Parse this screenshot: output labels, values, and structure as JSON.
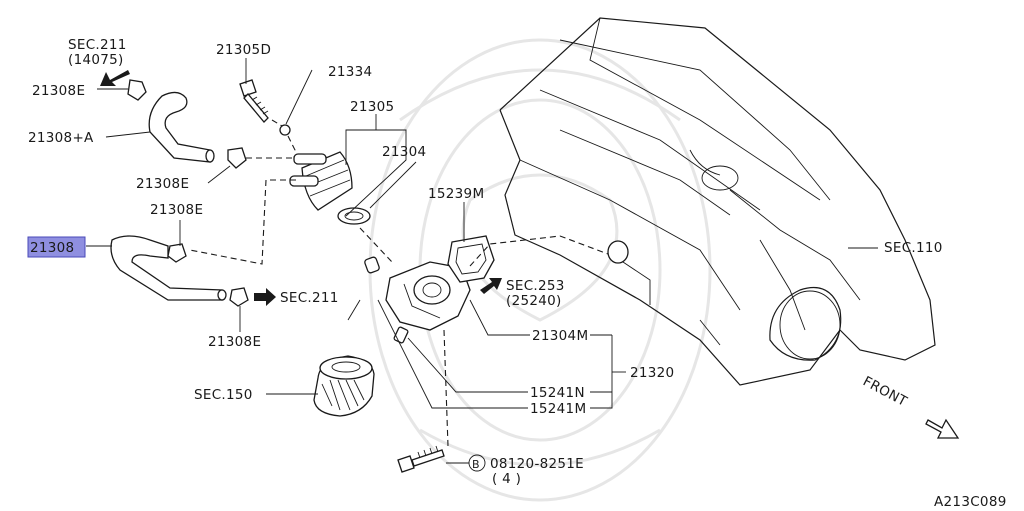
{
  "diagram_id": "A213C089",
  "labels": {
    "sec211_top": "SEC.211",
    "sec211_top_sub": "(14075)",
    "p21308e_1": "21308E",
    "p21308a": "21308+A",
    "p21308e_2": "21308E",
    "p21308e_3": "21308E",
    "p21308_highlight": "21308",
    "p21308e_4": "21308E",
    "sec211_right": "SEC.211",
    "p21305d": "21305D",
    "p21334": "21334",
    "p21305": "21305",
    "p21304": "21304",
    "p15239m": "15239M",
    "sec253": "SEC.253",
    "sec253_sub": "(25240)",
    "sec110": "SEC.110",
    "p21304m": "21304M",
    "p21320": "21320",
    "p15241n": "15241N",
    "p15241m": "15241M",
    "sec150": "SEC.150",
    "bolt_symbol": "B",
    "bolt_part": "08120-8251E",
    "bolt_qty": "( 4 )",
    "front": "FRONT"
  },
  "colors": {
    "highlight_fill": "#8f8fe0",
    "highlight_border": "#4a4ab8",
    "line": "#1a1a1a",
    "watermark": "#e6e6e6"
  }
}
